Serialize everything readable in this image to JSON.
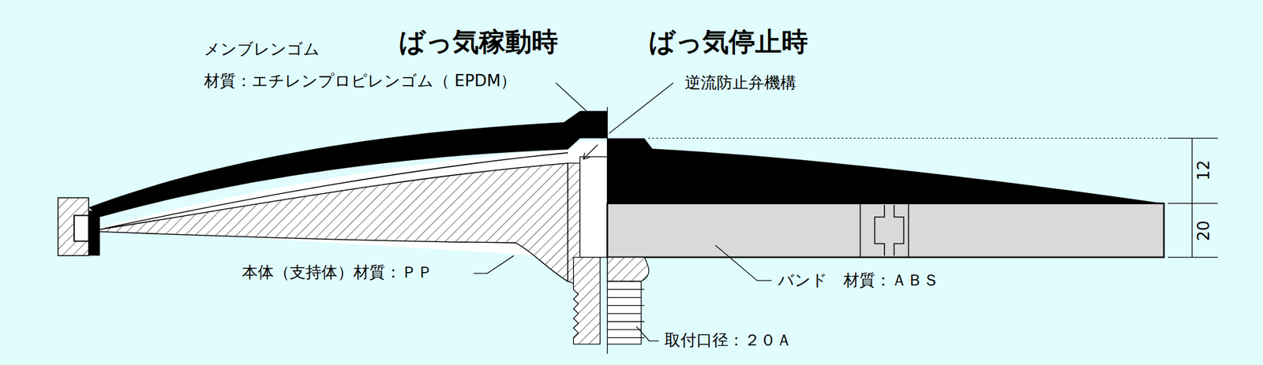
{
  "diagram": {
    "labels": [
      "メンブレンゴム",
      "材質：エチレンプロピレンゴム（ EPDM）",
      "ばっ気稼動時",
      "ばっ気停止時",
      "逆流防止弁機構",
      "本体（支持体）材質：ＰＰ",
      "バンド　材質：ＡＢＳ",
      "取付口径：２０Ａ",
      "12",
      "20"
    ]
  }
}
